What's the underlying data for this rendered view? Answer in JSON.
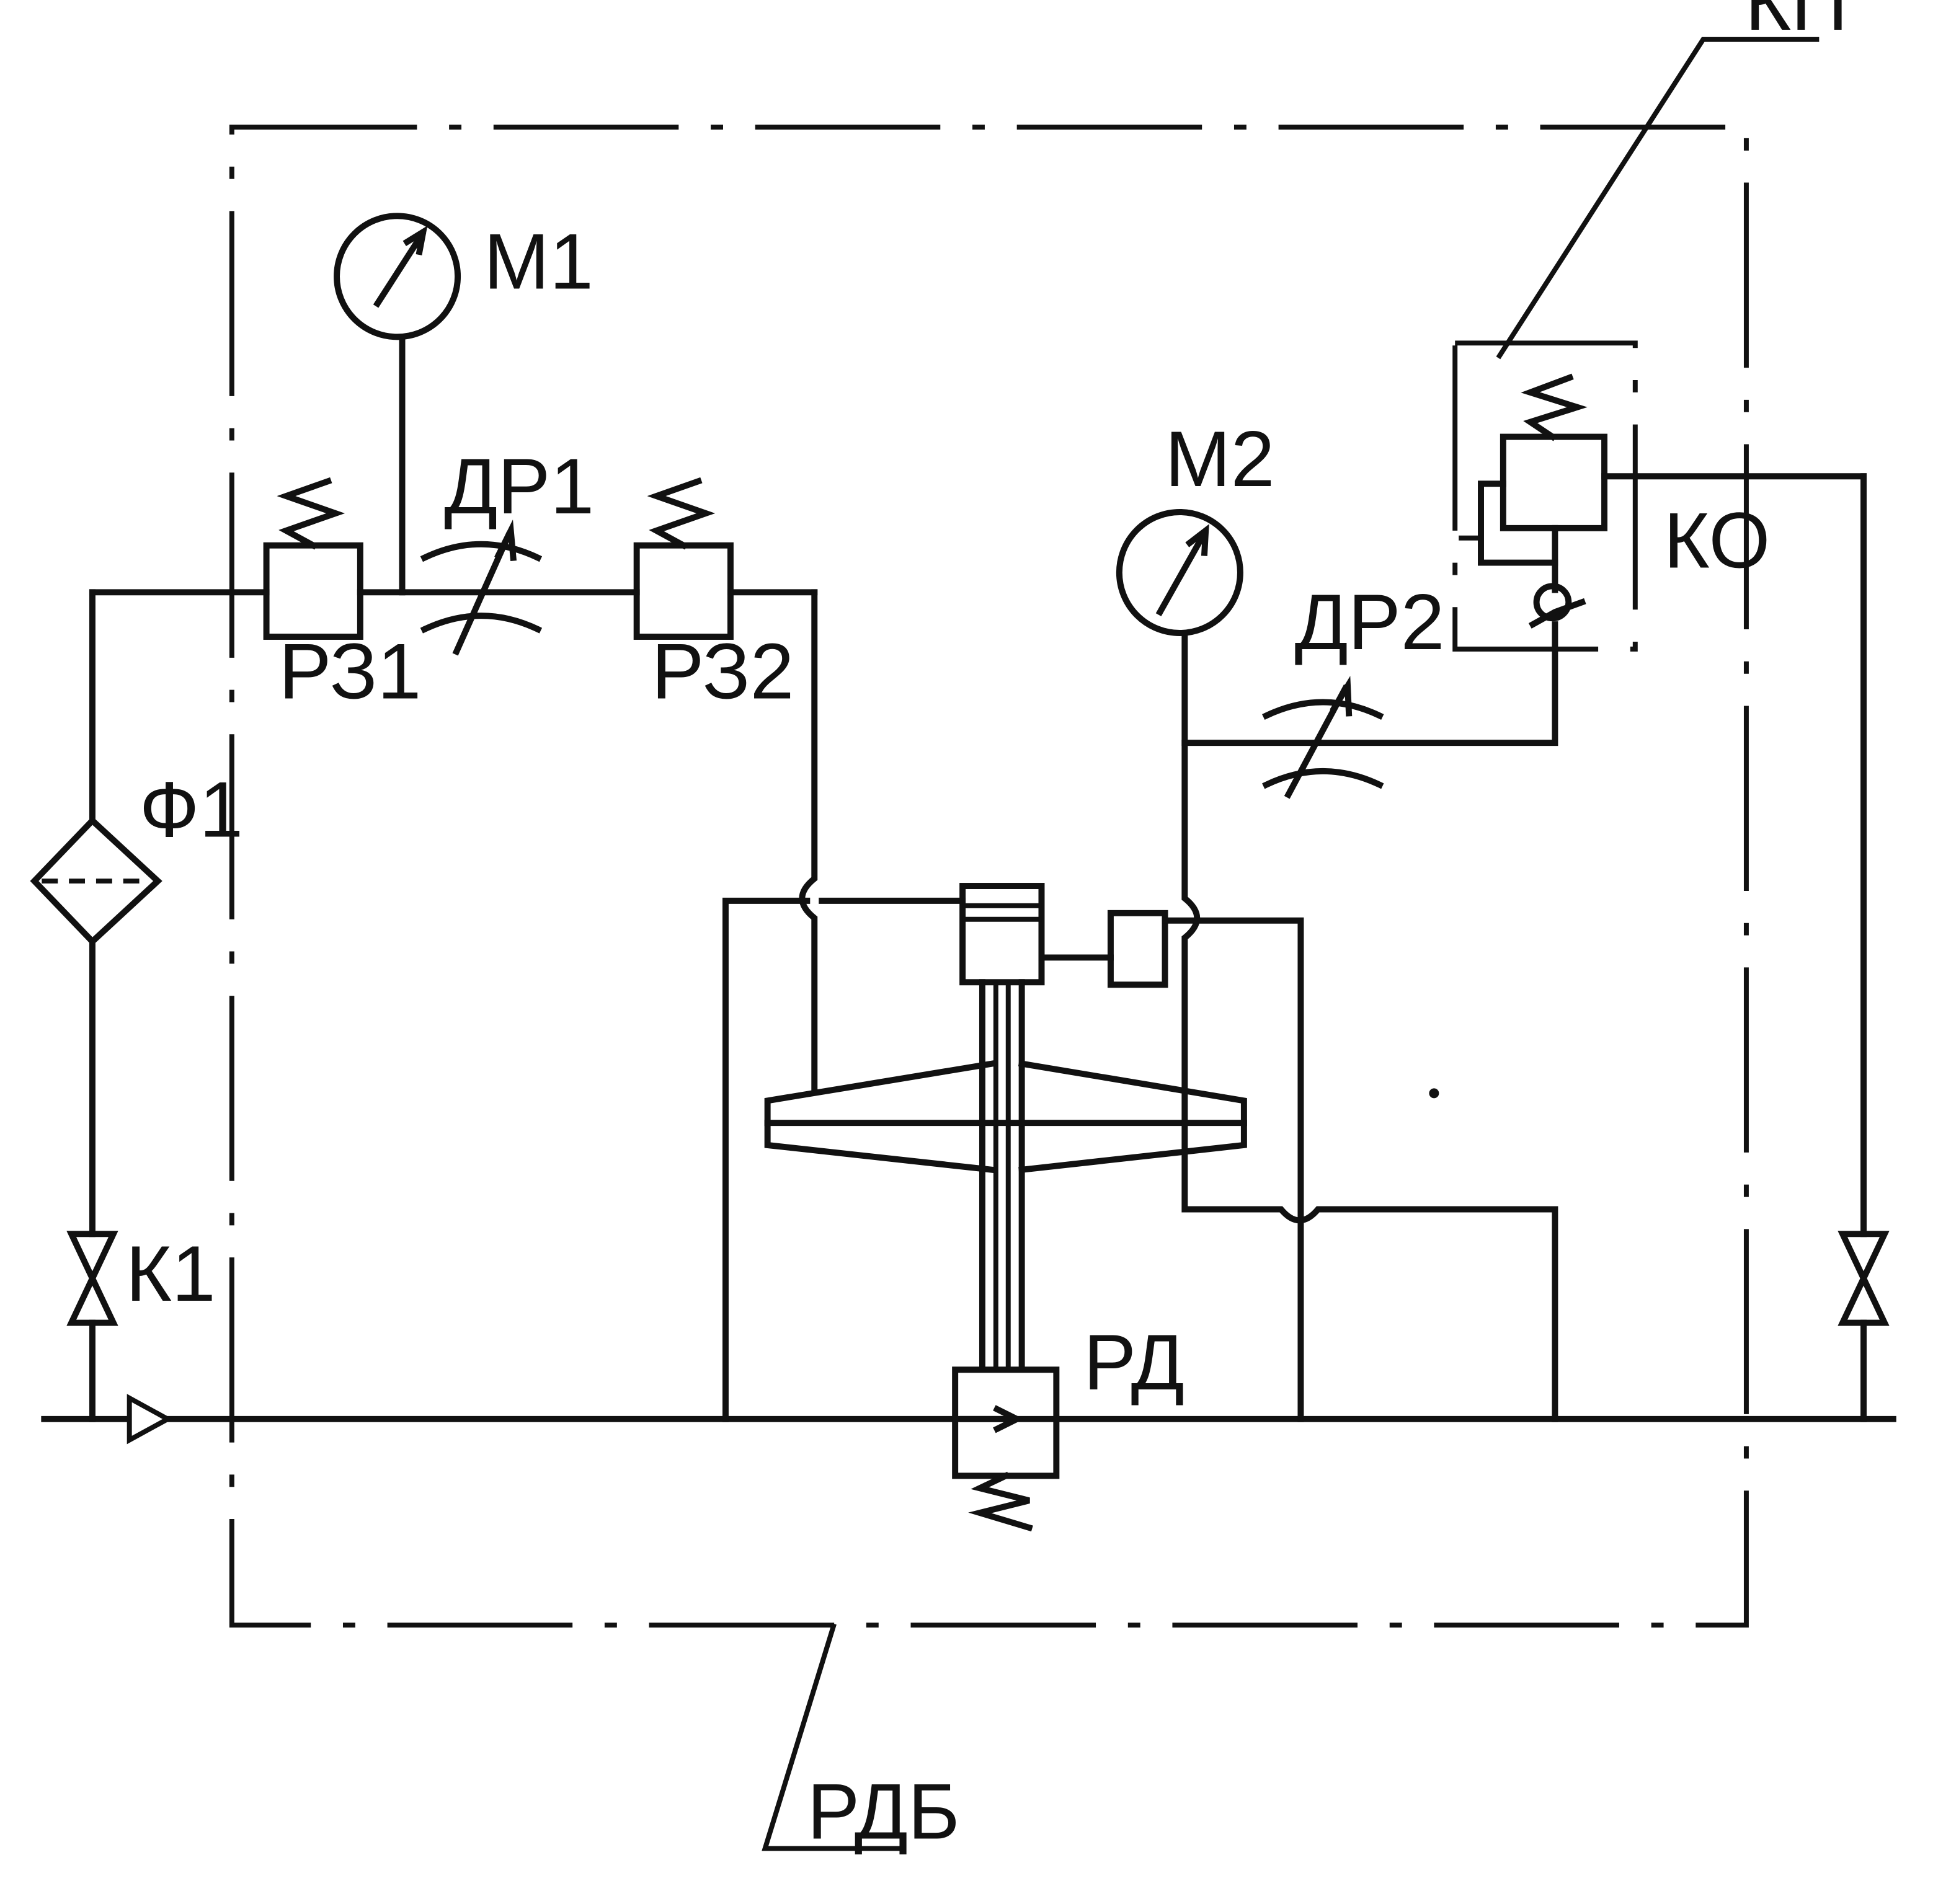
{
  "labels": {
    "m1": "М1",
    "m2": "М2",
    "dr1": "ДР1",
    "dr2": "ДР2",
    "rz1": "РЗ1",
    "rz2": "РЗ2",
    "f1": "Ф1",
    "k1": "К1",
    "kp": "КП",
    "ko": "КО",
    "rd": "РД",
    "rdb": "РДБ"
  },
  "colors": {
    "line": "#111111",
    "background": "#ffffff"
  }
}
